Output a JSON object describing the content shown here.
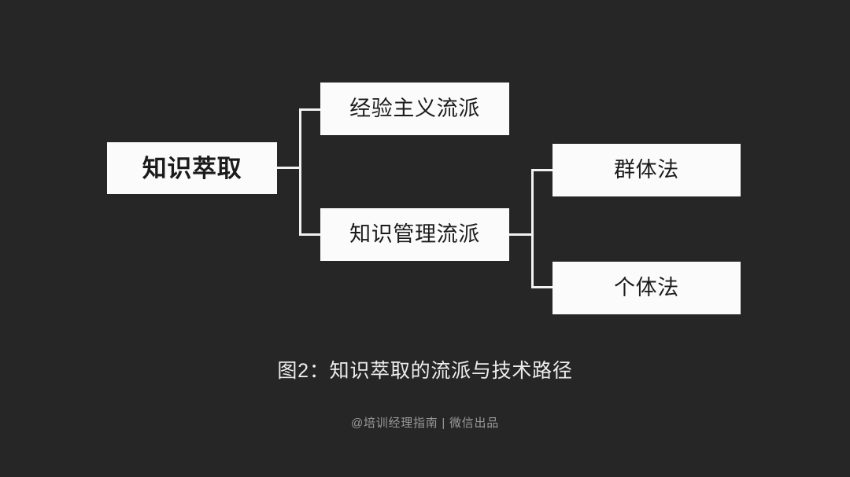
{
  "slide": {
    "background_color": "#262626",
    "box_fill_color": "#fbfbfb",
    "box_text_color": "#1b1b1b",
    "connector_color": "#f2f2f2",
    "caption_color": "#ececec",
    "footer_color": "#9a9a9a"
  },
  "diagram": {
    "root": {
      "label": "知识萃取"
    },
    "branches": [
      {
        "label": "经验主义流派"
      },
      {
        "label": "知识管理流派"
      }
    ],
    "leaves": [
      {
        "label": "群体法"
      },
      {
        "label": "个体法"
      }
    ]
  },
  "caption": {
    "text": "图2：知识萃取的流派与技术路径"
  },
  "footer": {
    "credit": "@培训经理指南 | 微信出品"
  }
}
